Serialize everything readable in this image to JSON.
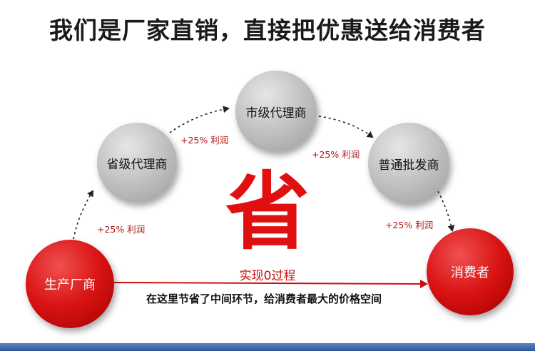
{
  "headline": "我们是厂家直销，直接把优惠送给消费者",
  "nodes": {
    "manufacturer": "生产厂商",
    "provincial_agent": "省级代理商",
    "city_agent": "市级代理商",
    "wholesaler": "普通批发商",
    "consumer": "消费者"
  },
  "profit_labels": {
    "manufacturer_to_provincial": "+25% 利润",
    "provincial_to_city": "+25% 利润",
    "city_to_wholesaler": "+25% 利润",
    "wholesaler_to_consumer": "+25% 利润"
  },
  "center": {
    "save_char": "省",
    "zero_process": "实现0过程",
    "savings_text": "在这里节省了中间环节，给消费者最大的价格空间"
  },
  "colors": {
    "accent_red": "#e01010",
    "node_gray": "#b8b8b8",
    "rule_blue": "#3a66aa"
  }
}
